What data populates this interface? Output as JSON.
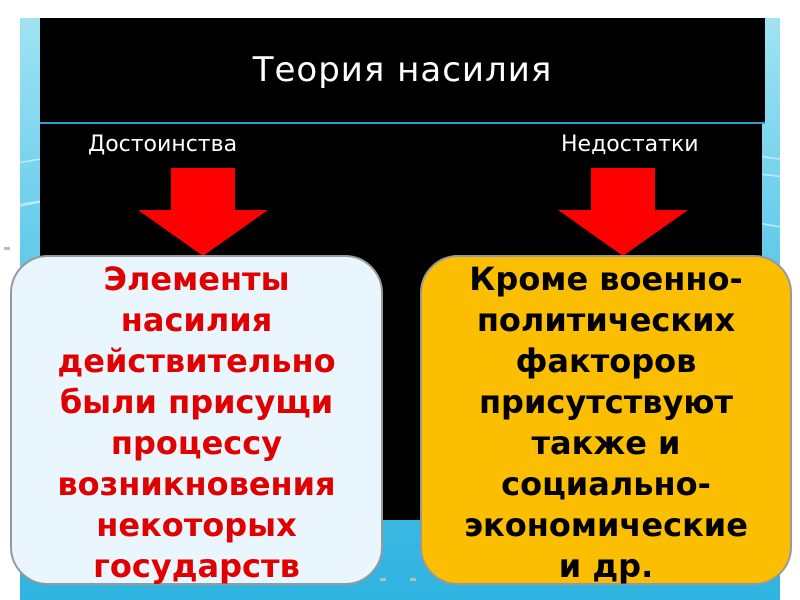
{
  "slide": {
    "title": "Теория насилия",
    "left_heading": "Достоинства",
    "right_heading": "Недостатки",
    "left_card_text": "Элементы\nнасилия\nдействительно\nбыли присущи\nпроцессу\nвозникновения\nнекоторых\nгосударств",
    "right_card_text": "Кроме военно-\nполитических\nфакторов\nприсутствуют\nтакже и\nсоциально-\nэкономические\nи др."
  },
  "colors": {
    "arrow": "#ff0000",
    "left_card_text": "#e00000",
    "right_card_bg": "#fbbe00",
    "left_card_bg": "#eaf6fd"
  },
  "icons": {
    "left_arrow": "down-arrow-icon",
    "right_arrow": "down-arrow-icon"
  }
}
